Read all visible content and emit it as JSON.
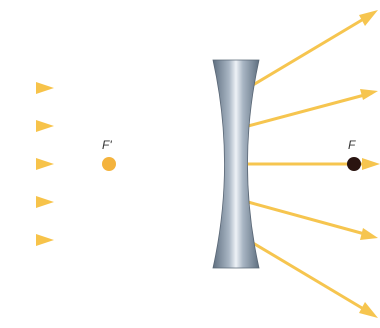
{
  "diagram": {
    "focal_points": [
      {
        "id": "virtual",
        "label": "F'"
      },
      {
        "id": "real",
        "label": "F"
      }
    ],
    "colors": {
      "ray": "#f7c34a",
      "ray_fade": "#fff3d2",
      "lens_dark": "#6f7f90",
      "lens_light": "#e6ecf3",
      "virtual_focus": "#f4b33d",
      "real_focus": "#2a1410"
    }
  }
}
